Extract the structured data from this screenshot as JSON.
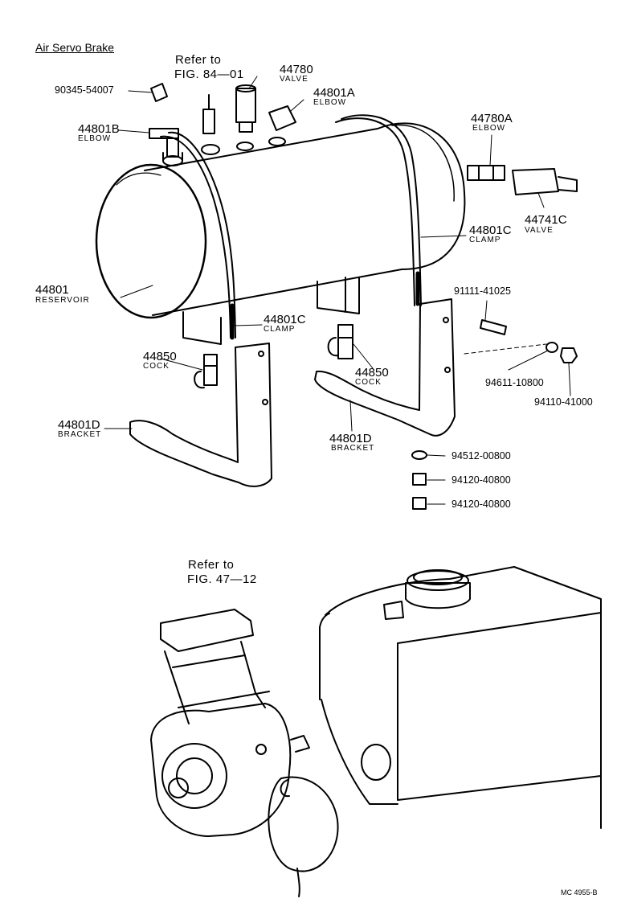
{
  "title": "Air Servo Brake",
  "refs": [
    {
      "line1": "Refer to",
      "line2": "FIG. 84—01"
    },
    {
      "line1": "Refer to",
      "line2": "FIG. 47—12"
    }
  ],
  "callouts": {
    "p90345": "90345-54007",
    "p44780": {
      "num": "44780",
      "name": "VALVE"
    },
    "p44801A": {
      "num": "44801A",
      "name": "ELBOW"
    },
    "p44801B": {
      "num": "44801B",
      "name": "ELBOW"
    },
    "p44780A": {
      "num": "44780A",
      "name": "ELBOW"
    },
    "p44741C": {
      "num": "44741C",
      "name": "VALVE"
    },
    "p44801C_right": {
      "num": "44801C",
      "name": "CLAMP"
    },
    "p44801": {
      "num": "44801",
      "name": "RESERVOIR"
    },
    "p44801C_left": {
      "num": "44801C",
      "name": "CLAMP"
    },
    "p91111": "91111-41025",
    "p44850_left": {
      "num": "44850",
      "name": "COCK"
    },
    "p44850_right": {
      "num": "44850",
      "name": "COCK"
    },
    "p94611": "94611-10800",
    "p94110": "94110-41000",
    "p44801D_left": {
      "num": "44801D",
      "name": "BRACKET"
    },
    "p44801D_right": {
      "num": "44801D",
      "name": "BRACKET"
    },
    "p94512": "94512-00800",
    "p94120_a": "94120-40800",
    "p94120_b": "94120-40800"
  },
  "diagram_code": "MC 4955-B"
}
